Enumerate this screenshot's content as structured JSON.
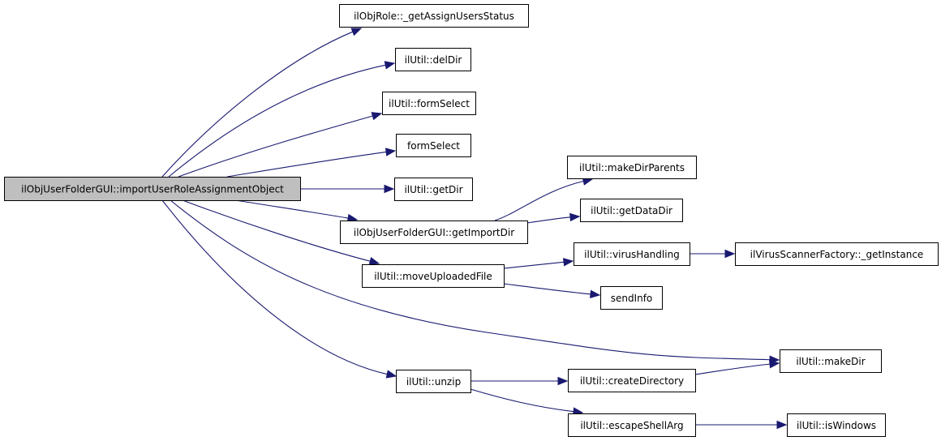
{
  "diagram": {
    "type": "call-graph",
    "colors": {
      "edge": "#191970",
      "node_border": "#000000",
      "node_fill": "#ffffff",
      "root_fill": "#bfbfbf",
      "background": "#ffffff"
    },
    "nodes": [
      {
        "id": "root",
        "label": "ilObjUserFolderGUI::importUserRoleAssignmentObject",
        "root": true
      },
      {
        "id": "getAssignUsersStatus",
        "label": "ilObjRole::_getAssignUsersStatus"
      },
      {
        "id": "delDir",
        "label": "ilUtil::delDir"
      },
      {
        "id": "utilFormSelect",
        "label": "ilUtil::formSelect"
      },
      {
        "id": "formSelect",
        "label": "formSelect"
      },
      {
        "id": "getDir",
        "label": "ilUtil::getDir"
      },
      {
        "id": "getImportDir",
        "label": "ilObjUserFolderGUI::getImportDir"
      },
      {
        "id": "moveUploadedFile",
        "label": "ilUtil::moveUploadedFile"
      },
      {
        "id": "makeDirParents",
        "label": "ilUtil::makeDirParents"
      },
      {
        "id": "getDataDir",
        "label": "ilUtil::getDataDir"
      },
      {
        "id": "virusHandling",
        "label": "ilUtil::virusHandling"
      },
      {
        "id": "getInstance",
        "label": "ilVirusScannerFactory::_getInstance"
      },
      {
        "id": "sendInfo",
        "label": "sendInfo"
      },
      {
        "id": "makeDir",
        "label": "ilUtil::makeDir"
      },
      {
        "id": "unzip",
        "label": "ilUtil::unzip"
      },
      {
        "id": "createDirectory",
        "label": "ilUtil::createDirectory"
      },
      {
        "id": "escapeShellArg",
        "label": "ilUtil::escapeShellArg"
      },
      {
        "id": "isWindows",
        "label": "ilUtil::isWindows"
      }
    ],
    "edges": [
      {
        "from": "root",
        "to": "getAssignUsersStatus"
      },
      {
        "from": "root",
        "to": "delDir"
      },
      {
        "from": "root",
        "to": "utilFormSelect"
      },
      {
        "from": "root",
        "to": "formSelect"
      },
      {
        "from": "root",
        "to": "getDir"
      },
      {
        "from": "root",
        "to": "getImportDir"
      },
      {
        "from": "root",
        "to": "moveUploadedFile"
      },
      {
        "from": "root",
        "to": "makeDir"
      },
      {
        "from": "root",
        "to": "unzip"
      },
      {
        "from": "getImportDir",
        "to": "makeDirParents"
      },
      {
        "from": "getImportDir",
        "to": "getDataDir"
      },
      {
        "from": "moveUploadedFile",
        "to": "virusHandling"
      },
      {
        "from": "moveUploadedFile",
        "to": "sendInfo"
      },
      {
        "from": "virusHandling",
        "to": "getInstance"
      },
      {
        "from": "unzip",
        "to": "createDirectory"
      },
      {
        "from": "unzip",
        "to": "escapeShellArg"
      },
      {
        "from": "createDirectory",
        "to": "makeDir"
      },
      {
        "from": "escapeShellArg",
        "to": "isWindows"
      }
    ]
  }
}
